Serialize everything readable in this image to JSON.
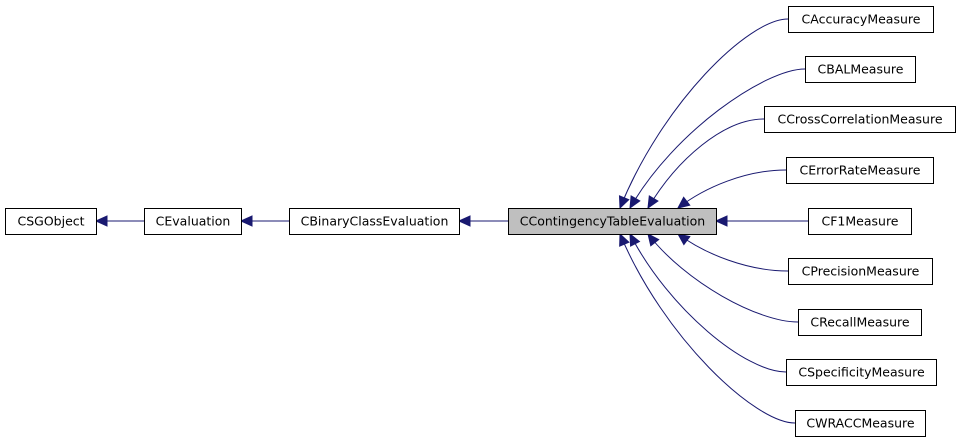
{
  "diagram": {
    "title": "",
    "nodes": [
      {
        "id": "csgobject",
        "label": "CSGObject",
        "current": false
      },
      {
        "id": "cevaluation",
        "label": "CEvaluation",
        "current": false
      },
      {
        "id": "cbinaryclassevaluation",
        "label": "CBinaryClassEvaluation",
        "current": false
      },
      {
        "id": "ccontingencytableevaluation",
        "label": "CContingencyTableEvaluation",
        "current": true
      },
      {
        "id": "caccuracymeasure",
        "label": "CAccuracyMeasure",
        "current": false
      },
      {
        "id": "cbalmeasure",
        "label": "CBALMeasure",
        "current": false
      },
      {
        "id": "ccrosscorrelationmeasure",
        "label": "CCrossCorrelationMeasure",
        "current": false
      },
      {
        "id": "cerrorratemeasure",
        "label": "CErrorRateMeasure",
        "current": false
      },
      {
        "id": "cf1measure",
        "label": "CF1Measure",
        "current": false
      },
      {
        "id": "cprecisionmeasure",
        "label": "CPrecisionMeasure",
        "current": false
      },
      {
        "id": "crecallmeasure",
        "label": "CRecallMeasure",
        "current": false
      },
      {
        "id": "cspecificitymeasure",
        "label": "CSpecificityMeasure",
        "current": false
      },
      {
        "id": "cwraccmeasure",
        "label": "CWRACCMeasure",
        "current": false
      }
    ],
    "edges": [
      {
        "from": "cevaluation",
        "to": "csgobject"
      },
      {
        "from": "cbinaryclassevaluation",
        "to": "cevaluation"
      },
      {
        "from": "ccontingencytableevaluation",
        "to": "cbinaryclassevaluation"
      },
      {
        "from": "caccuracymeasure",
        "to": "ccontingencytableevaluation"
      },
      {
        "from": "cbalmeasure",
        "to": "ccontingencytableevaluation"
      },
      {
        "from": "ccrosscorrelationmeasure",
        "to": "ccontingencytableevaluation"
      },
      {
        "from": "cerrorratemeasure",
        "to": "ccontingencytableevaluation"
      },
      {
        "from": "cf1measure",
        "to": "ccontingencytableevaluation"
      },
      {
        "from": "cprecisionmeasure",
        "to": "ccontingencytableevaluation"
      },
      {
        "from": "crecallmeasure",
        "to": "ccontingencytableevaluation"
      },
      {
        "from": "cspecificitymeasure",
        "to": "ccontingencytableevaluation"
      },
      {
        "from": "cwraccmeasure",
        "to": "ccontingencytableevaluation"
      }
    ],
    "colors": {
      "edge": "#191970",
      "current_fill": "#bfbfbf",
      "node_fill": "#ffffff",
      "node_border": "#000000"
    }
  }
}
